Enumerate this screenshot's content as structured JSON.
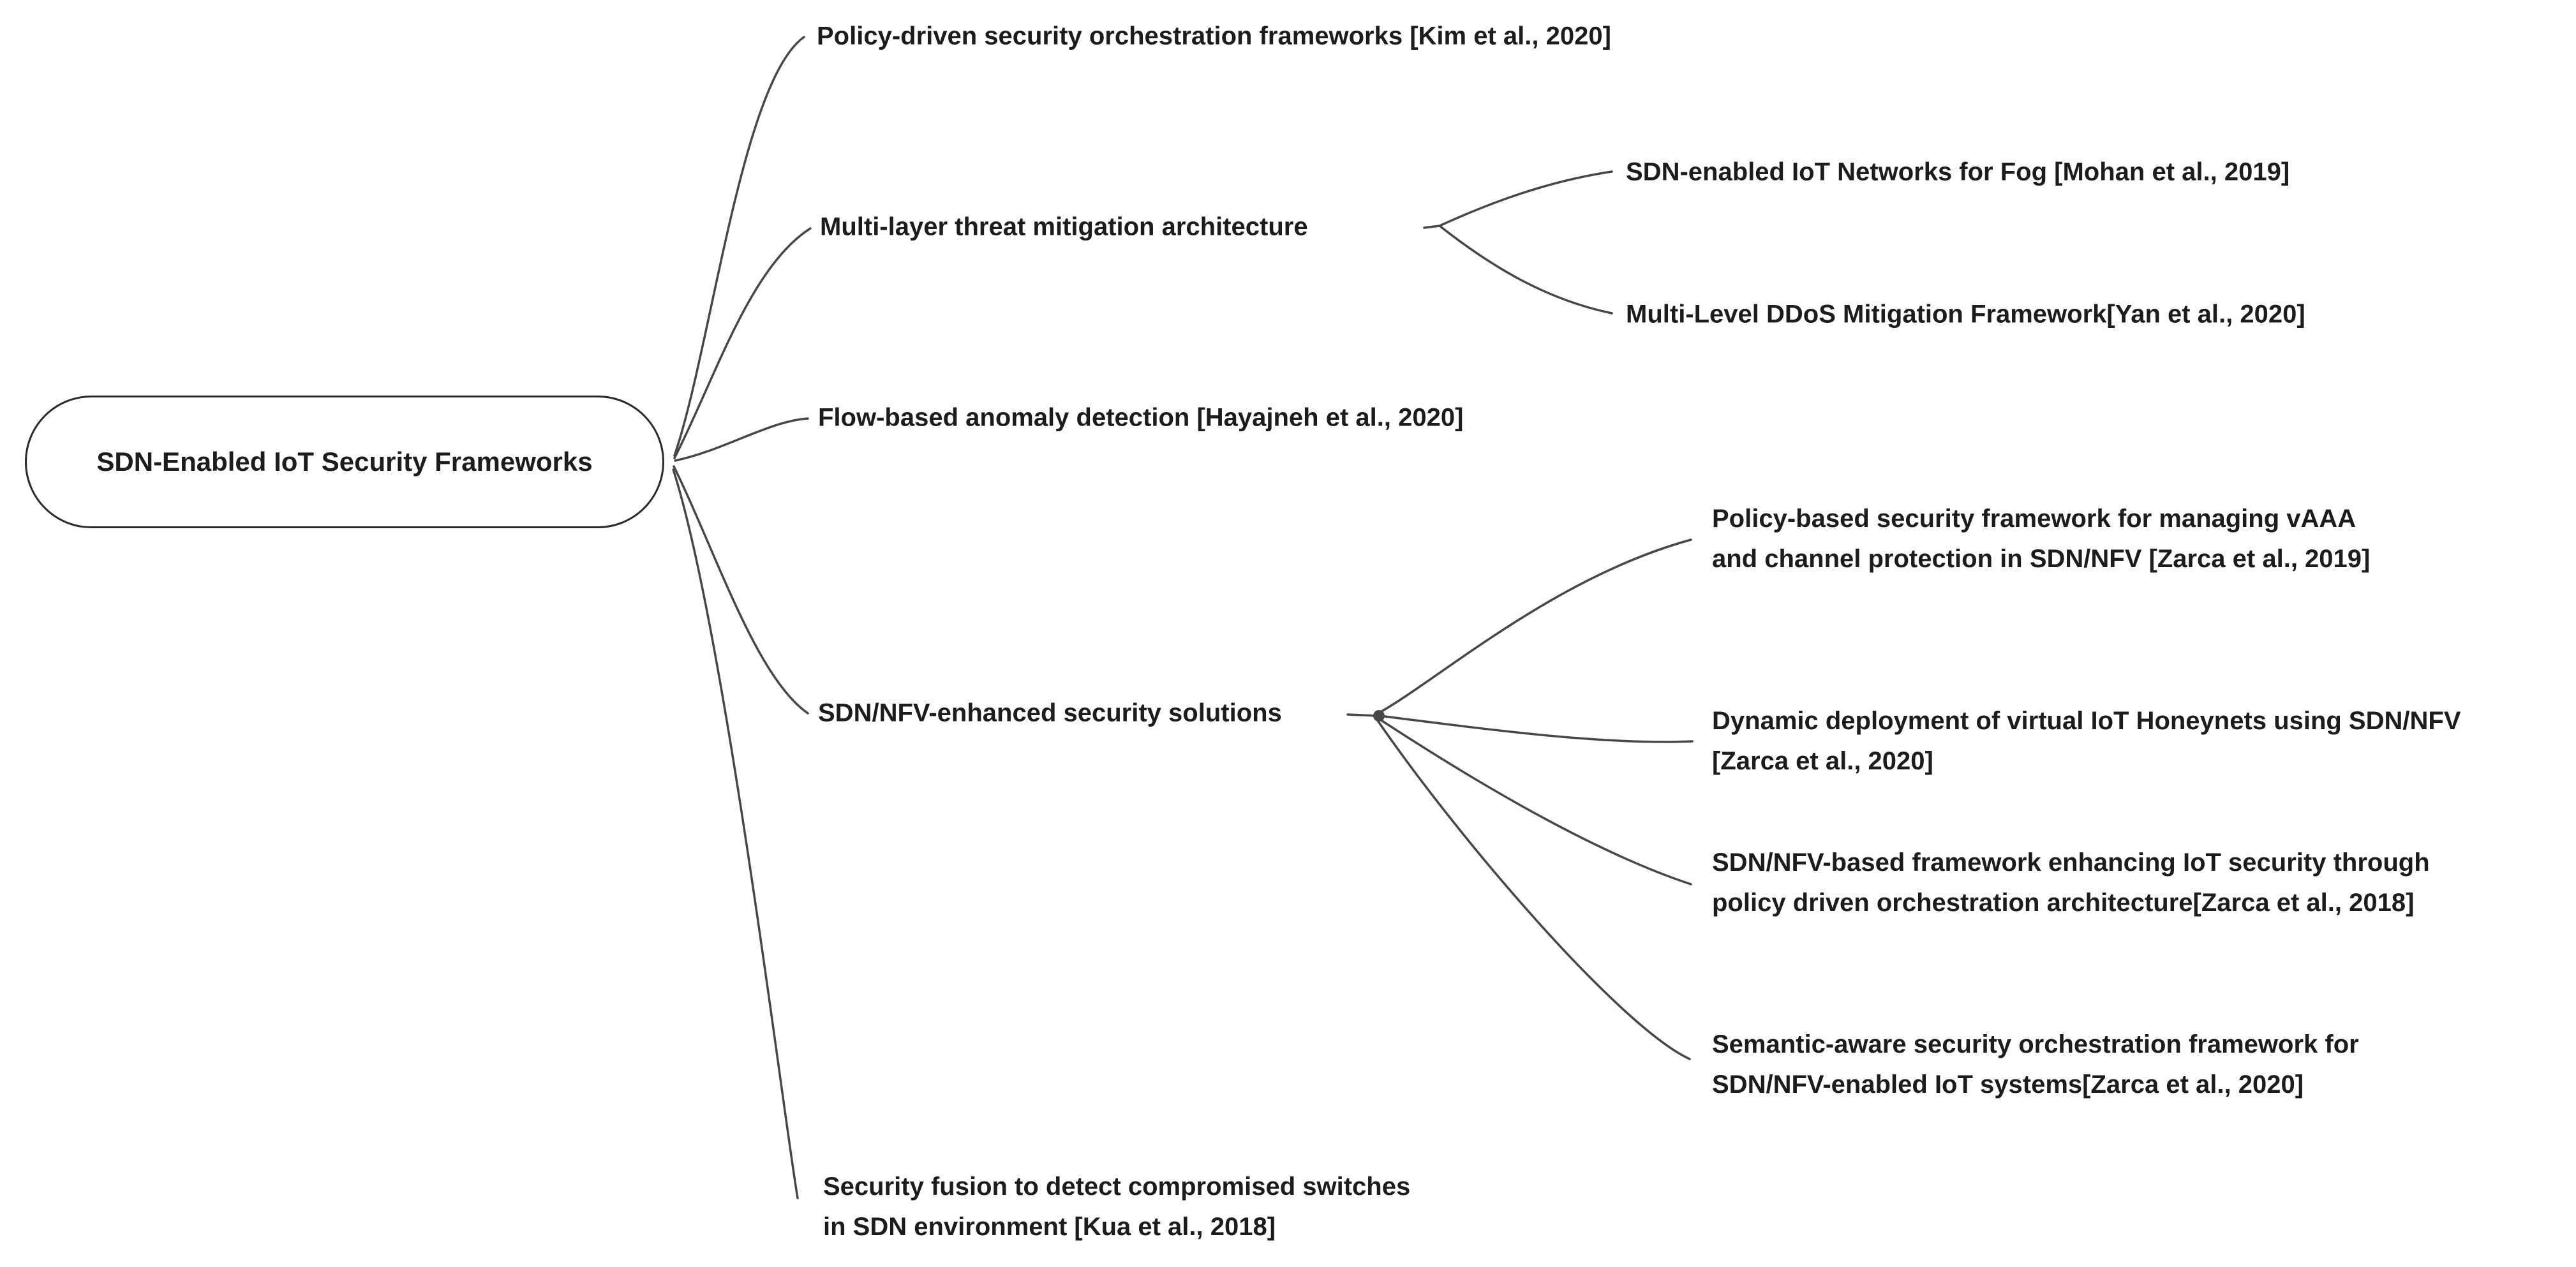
{
  "diagram": {
    "root": {
      "label": "SDN-Enabled IoT Security Frameworks"
    },
    "branches": [
      {
        "label": "Policy-driven security orchestration frameworks [Kim et al., 2020]",
        "children": []
      },
      {
        "label": "Multi-layer threat mitigation architecture",
        "children": [
          {
            "label": "SDN-enabled IoT Networks for Fog [Mohan et al., 2019]"
          },
          {
            "label": "Multi-Level DDoS Mitigation Framework[Yan et al., 2020]"
          }
        ]
      },
      {
        "label": "Flow-based anomaly detection [Hayajneh et al., 2020]",
        "children": []
      },
      {
        "label": "SDN/NFV-enhanced security solutions",
        "children": [
          {
            "lines": [
              "Policy-based security framework for managing vAAA",
              "and channel protection in SDN/NFV [Zarca et al., 2019]"
            ]
          },
          {
            "lines": [
              "Dynamic deployment of virtual IoT Honeynets using SDN/NFV",
              "[Zarca et al., 2020]"
            ]
          },
          {
            "lines": [
              "SDN/NFV-based framework enhancing IoT security through",
              "policy driven orchestration architecture[Zarca et al., 2018]"
            ]
          },
          {
            "lines": [
              "Semantic-aware security orchestration framework for",
              "SDN/NFV-enabled IoT systems[Zarca et al., 2020]"
            ]
          }
        ]
      },
      {
        "lines": [
          "Security fusion to detect compromised switches",
          "in SDN environment [Kua et al., 2018]"
        ],
        "children": []
      }
    ],
    "colors": {
      "background": "#ffffff",
      "text": "#1c1c1c",
      "line": "#474747",
      "node_border": "#2b2b2b"
    }
  }
}
